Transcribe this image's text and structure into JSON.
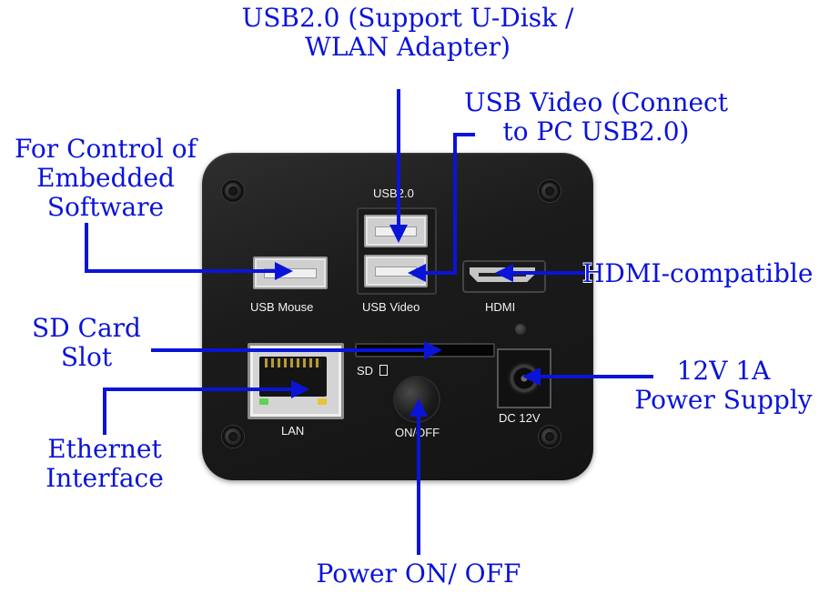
{
  "diagram": {
    "port_labels": {
      "usb20": "USB2.0",
      "usb_mouse": "USB Mouse",
      "usb_video": "USB Video",
      "hdmi": "HDMI",
      "lan": "LAN",
      "sd": "SD",
      "on_off": "ON/OFF",
      "dc_12v": "DC 12V"
    },
    "callouts": {
      "usb20": "USB2.0 (Support U-Disk /\nWLAN Adapter)",
      "usb_video": "USB Video (Connect\nto PC USB2.0)",
      "control": "For Control of\nEmbedded\nSoftware",
      "hdmi": "HDMI-compatible",
      "sd_card": "SD Card\nSlot",
      "power_supply": "12V 1A\nPower Supply",
      "ethernet": "Ethernet\nInterface",
      "power_onoff": "Power ON/ OFF"
    },
    "colors": {
      "callout_blue": "#0a14d8",
      "device_body": "#1b1b1b",
      "led_green": "#5fd35a",
      "led_amber": "#e8c23a"
    }
  }
}
